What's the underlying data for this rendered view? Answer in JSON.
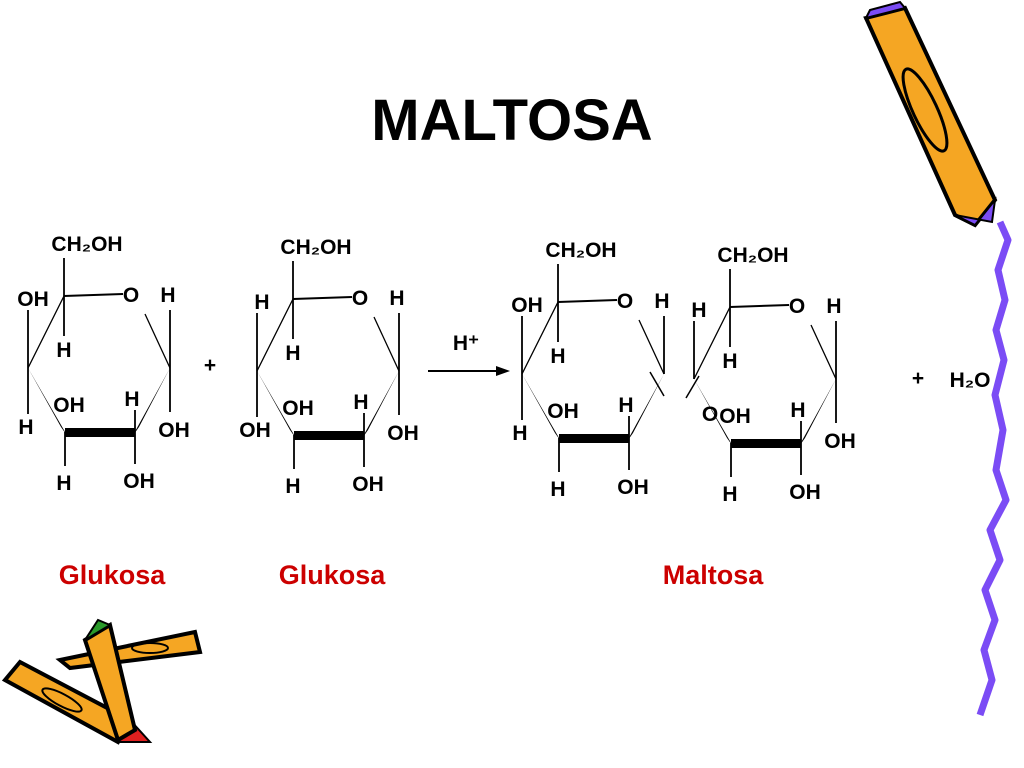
{
  "slide": {
    "title": "MALTOSA",
    "colors": {
      "title": "#cc0000",
      "label": "#cc0000",
      "border_line": "#7b4cf5",
      "pencil_body": "#f5a623",
      "pencil_tip_red": "#e02020",
      "pencil_tip_green": "#2a9a2a"
    }
  },
  "reaction": {
    "plus_1": "+",
    "catalyst": "H⁺",
    "plus_2": "+",
    "water": "H₂O",
    "glycosidic_oxygen": "O"
  },
  "molecules": [
    {
      "name": "glucose-1",
      "ring_o": "O",
      "top": "CH₂OH",
      "c5_down": "H",
      "c4_up": "OH",
      "c4_down": "H",
      "c3_up": "OH",
      "c3_down": "H",
      "c2_up": "H",
      "c2_down": "OH",
      "c1_up": "H",
      "c1_down": "OH"
    },
    {
      "name": "glucose-2",
      "ring_o": "O",
      "top": "CH₂OH",
      "c5_down": "H",
      "c4_up": "H",
      "c4_down": "OH",
      "c3_up": "OH",
      "c3_down": "H",
      "c2_up": "H",
      "c2_down": "OH",
      "c1_up": "H",
      "c1_down": "OH"
    },
    {
      "name": "maltose-ring-a",
      "ring_o": "O",
      "top": "CH₂OH",
      "c5_down": "H",
      "c4_up": "OH",
      "c4_down": "H",
      "c3_up": "OH",
      "c3_down": "H",
      "c2_up": "H",
      "c2_down": "OH",
      "c1_up": "H"
    },
    {
      "name": "maltose-ring-b",
      "ring_o": "O",
      "top": "CH₂OH",
      "c5_down": "H",
      "c4_up": "H",
      "c3_up": "OH",
      "c3_down": "H",
      "c2_up": "H",
      "c2_down": "OH",
      "c1_up": "H",
      "c1_down": "OH"
    }
  ],
  "labels": {
    "glukosa_1": "Glukosa",
    "glukosa_2": "Glukosa",
    "maltosa": "Maltosa"
  }
}
